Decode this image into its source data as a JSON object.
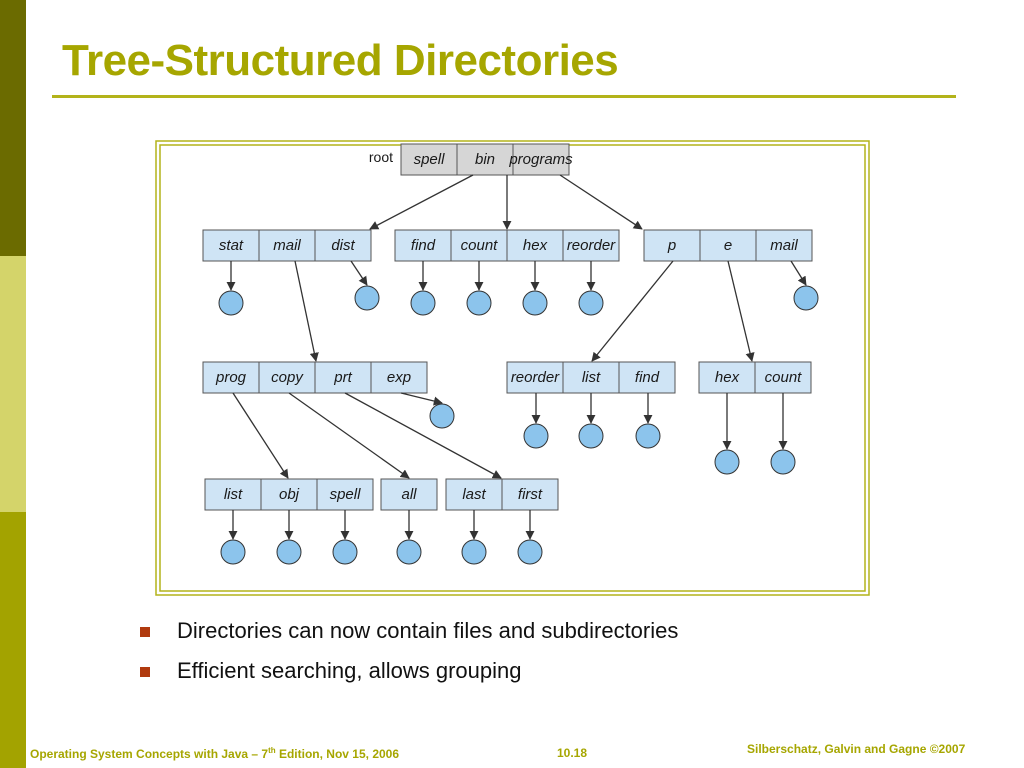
{
  "title": "Tree-Structured Directories",
  "diagram": {
    "root_label": "root",
    "nodes": {
      "r0": "spell",
      "r1": "bin",
      "r2": "programs",
      "a0": "stat",
      "a1": "mail",
      "a2": "dist",
      "b0": "find",
      "b1": "count",
      "b2": "hex",
      "b3": "reorder",
      "c0": "p",
      "c1": "e",
      "c2": "mail",
      "d0": "prog",
      "d1": "copy",
      "d2": "prt",
      "d3": "exp",
      "e0": "reorder",
      "e1": "list",
      "e2": "find",
      "f0": "hex",
      "f1": "count",
      "g0": "list",
      "g1": "obj",
      "g2": "spell",
      "h0": "all",
      "i0": "last",
      "i1": "first"
    },
    "colors": {
      "root_cell": "#d6d6d6",
      "directory_cell": "#cfe4f5",
      "file_circle": "#8cc4ec",
      "frame": "#b3b31a"
    }
  },
  "bullets": [
    "Directories can now contain files and subdirectories",
    "Efficient searching, allows grouping"
  ],
  "footer": {
    "left_prefix": "Operating System Concepts with Java – 7",
    "left_sup": "th",
    "left_suffix": " Edition, Nov 15, 2006",
    "center": "10.18",
    "right": "Silberschatz, Galvin and Gagne ©2007"
  }
}
